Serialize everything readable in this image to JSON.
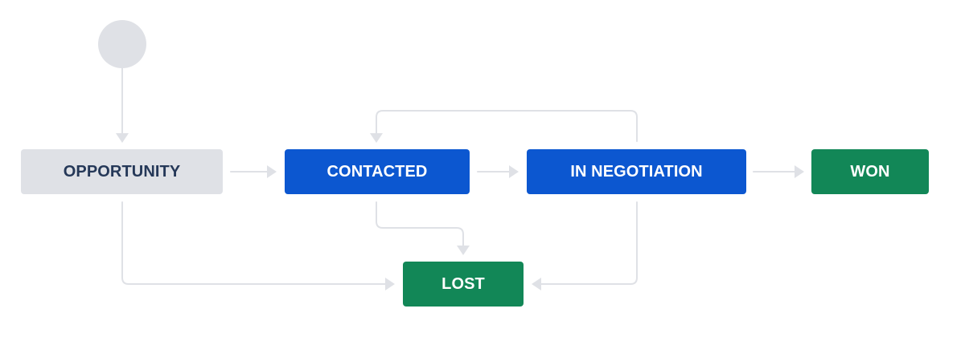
{
  "workflow": {
    "start_color": "#dfe1e6",
    "connector_color": "#dfe1e6",
    "statuses": {
      "opportunity": {
        "label": "OPPORTUNITY",
        "color": "#dfe1e6",
        "text_color": "#253858"
      },
      "contacted": {
        "label": "CONTACTED",
        "color": "#0c57d0",
        "text_color": "#ffffff"
      },
      "in_negotiation": {
        "label": "IN NEGOTIATION",
        "color": "#0c57d0",
        "text_color": "#ffffff"
      },
      "won": {
        "label": "WON",
        "color": "#128757",
        "text_color": "#ffffff"
      },
      "lost": {
        "label": "LOST",
        "color": "#128757",
        "text_color": "#ffffff"
      }
    }
  }
}
